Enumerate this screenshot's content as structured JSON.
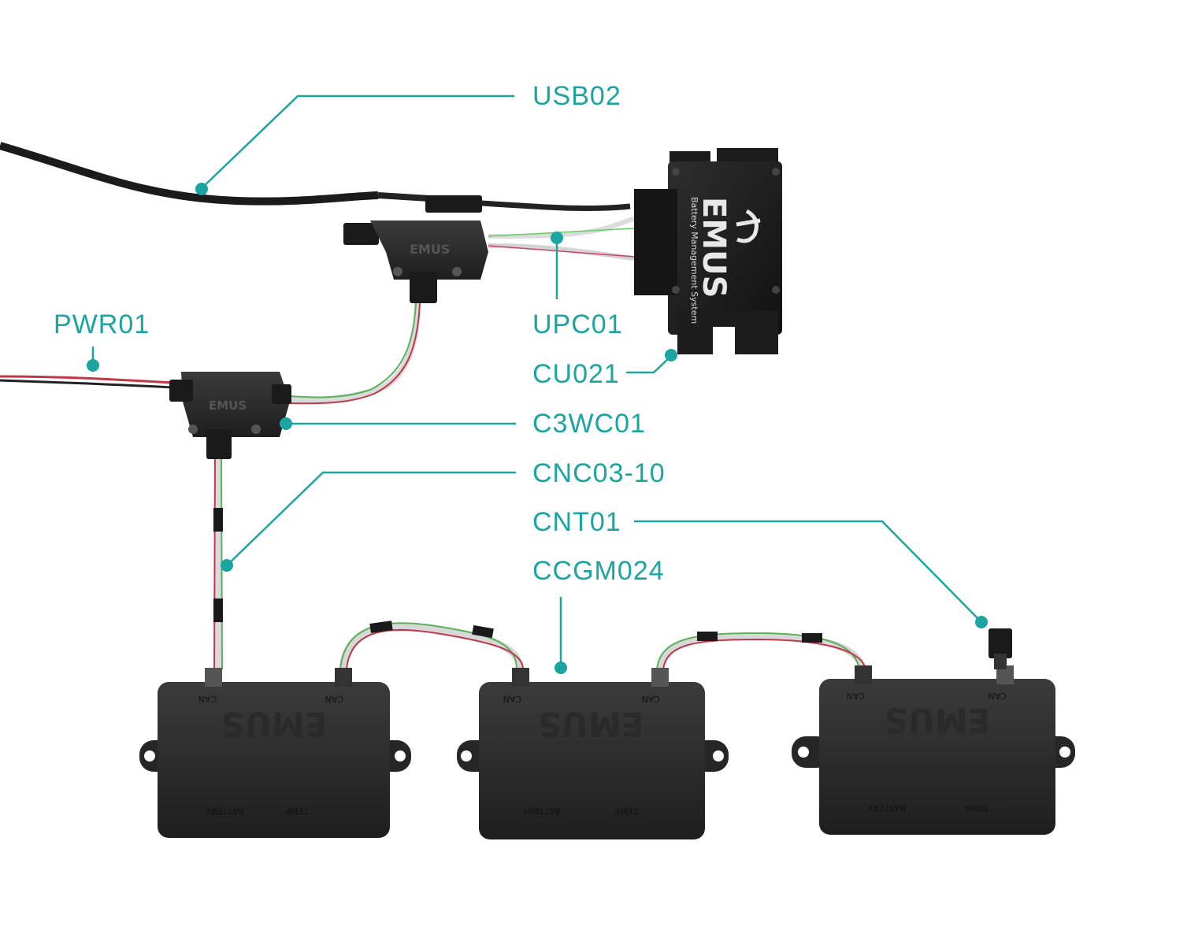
{
  "diagram": {
    "accent_color": "#1aa5a0",
    "labels": {
      "usb02": "USB02",
      "pwr01": "PWR01",
      "upc01": "UPC01",
      "cu021": "CU021",
      "c3wc01": "C3WC01",
      "cnc03_10": "CNC03-10",
      "cnt01": "CNT01",
      "ccgm024": "CCGM024"
    },
    "device_marks": {
      "brand": "EMUS",
      "control_unit_subtitle": "Battery Management System",
      "port_can": "CAN",
      "port_battery": "BATTERY",
      "port_temp": "TEMP"
    }
  }
}
